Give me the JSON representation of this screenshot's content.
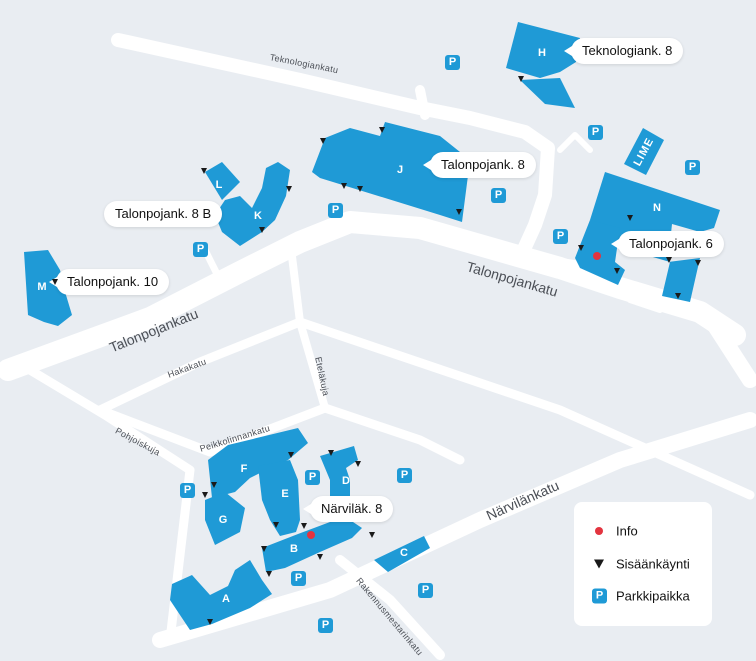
{
  "colors": {
    "background": "#e9edf2",
    "building": "#1f9ad6",
    "road": "#ffffff",
    "info": "#e3343f",
    "street_text": "#4b4f56"
  },
  "buildings": {
    "A": "A",
    "B": "B",
    "C": "C",
    "D": "D",
    "E": "E",
    "F": "F",
    "G": "G",
    "H": "H",
    "J": "J",
    "K": "K",
    "L": "L",
    "M": "M",
    "N": "N",
    "LIME": "LIME"
  },
  "streets": {
    "teknologiankatu": "Teknologiankatu",
    "talonpojankatu_west": "Talonpojankatu",
    "talonpojankatu_east": "Talonpojankatu",
    "hakakatu": "Hakakatu",
    "pohjoiskuja": "Pohjoiskuja",
    "peikkolinnankatu": "Peikkolinnankatu",
    "etelakuja": "Eteläkuja",
    "narvilankatu": "Närvilänkatu",
    "rakennusmestarinkatu": "Rakennusmestarinkatu"
  },
  "addresses": {
    "teknologiank_8": "Teknologiank. 8",
    "talonpojank_8": "Talonpojank. 8",
    "talonpojank_8b": "Talonpojank. 8 B",
    "talonpojank_10": "Talonpojank. 10",
    "talonpojank_6": "Talonpojank. 6",
    "narvilank_8": "Närviläk. 8"
  },
  "parking_symbol": "P",
  "legend": {
    "info": "Info",
    "entrance": "Sisäänkäynti",
    "parking": "Parkkipaikka"
  }
}
